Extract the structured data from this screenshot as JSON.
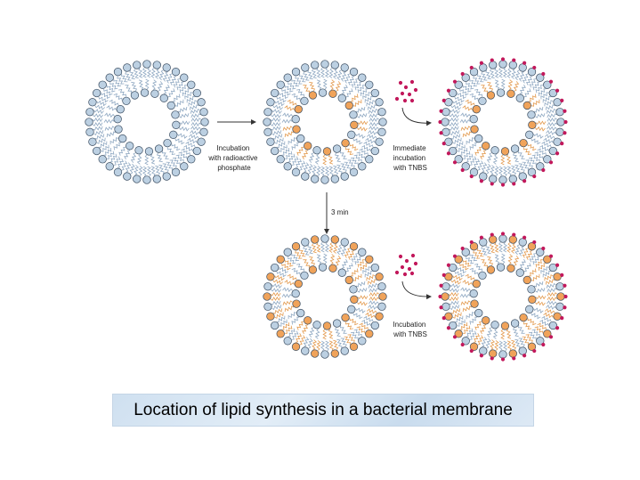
{
  "figure": {
    "labels": {
      "incubation_radioactive": [
        "Incubation",
        "with radioactive",
        "phosphate"
      ],
      "immediate_tnbs": [
        "Immediate",
        "incubation",
        "with TNBS"
      ],
      "time": "3 min",
      "incubation_tnbs": [
        "Incubation",
        "with TNBS"
      ]
    },
    "colors": {
      "unlabeled_head": "#bcd0e2",
      "head_outline": "#3a4c60",
      "labeled_head": "#f0a35a",
      "labeled_tail": "#e39a4e",
      "unlabeled_tail": "#8fa8c2",
      "tnbs": "#c2185b",
      "arrow": "#333333"
    },
    "vesicles": [
      {
        "name": "vesicle-initial",
        "labeled_outer": false,
        "labeled_inner": false,
        "tnbs": false
      },
      {
        "name": "vesicle-after-labeling",
        "labeled_outer": false,
        "labeled_inner": true,
        "tnbs": false
      },
      {
        "name": "vesicle-immediate-tnbs",
        "labeled_outer": false,
        "labeled_inner": true,
        "tnbs": true
      },
      {
        "name": "vesicle-after-3min",
        "labeled_outer": true,
        "labeled_inner": true,
        "tnbs": false
      },
      {
        "name": "vesicle-3min-tnbs",
        "labeled_outer": true,
        "labeled_inner": true,
        "tnbs": true
      }
    ]
  },
  "caption": "Location of lipid synthesis in a bacterial membrane"
}
